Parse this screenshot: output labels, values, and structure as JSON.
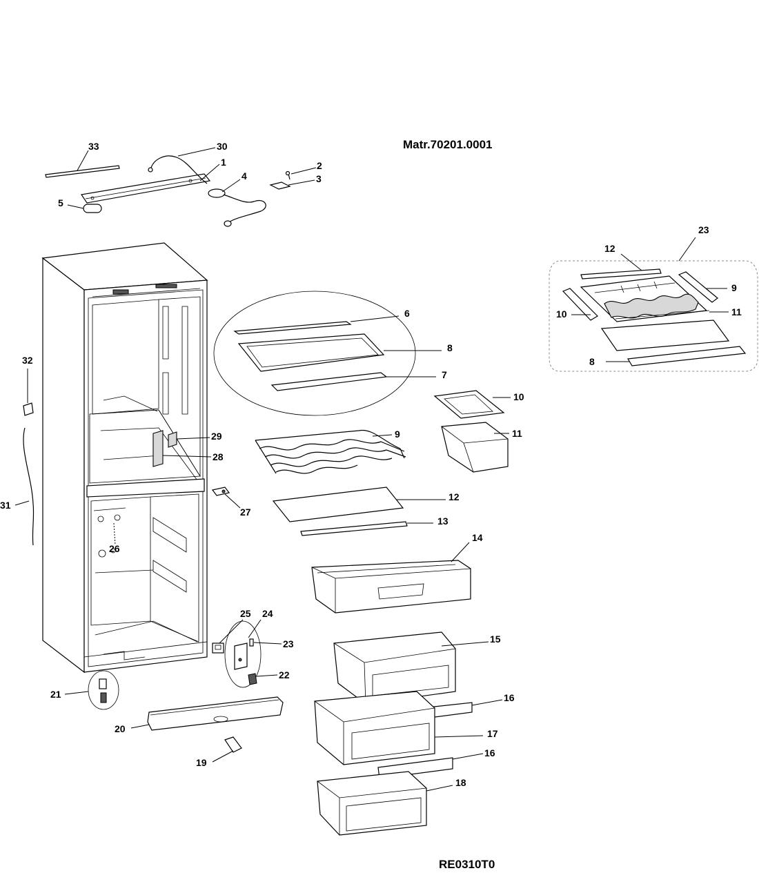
{
  "header": {
    "material_code": "Matr.70201.0001",
    "drawing_code": "RE0310T0"
  },
  "callouts": {
    "c1": "1",
    "c2": "2",
    "c3": "3",
    "c4": "4",
    "c5": "5",
    "c6": "6",
    "c7": "7",
    "c8": "8",
    "c9": "9",
    "c10": "10",
    "c11": "11",
    "c12": "12",
    "c13": "13",
    "c14": "14",
    "c15": "15",
    "c16a": "16",
    "c16b": "16",
    "c17": "17",
    "c18": "18",
    "c19": "19",
    "c20": "20",
    "c21": "21",
    "c22": "22",
    "c23": "23",
    "c24": "24",
    "c25": "25",
    "c26": "26",
    "c27": "27",
    "c28": "28",
    "c29": "29",
    "c30": "30",
    "c31": "31",
    "c32": "32",
    "c33": "33",
    "inset_23": "23",
    "inset_12": "12",
    "inset_9": "9",
    "inset_10": "10",
    "inset_11": "11",
    "inset_8": "8"
  }
}
